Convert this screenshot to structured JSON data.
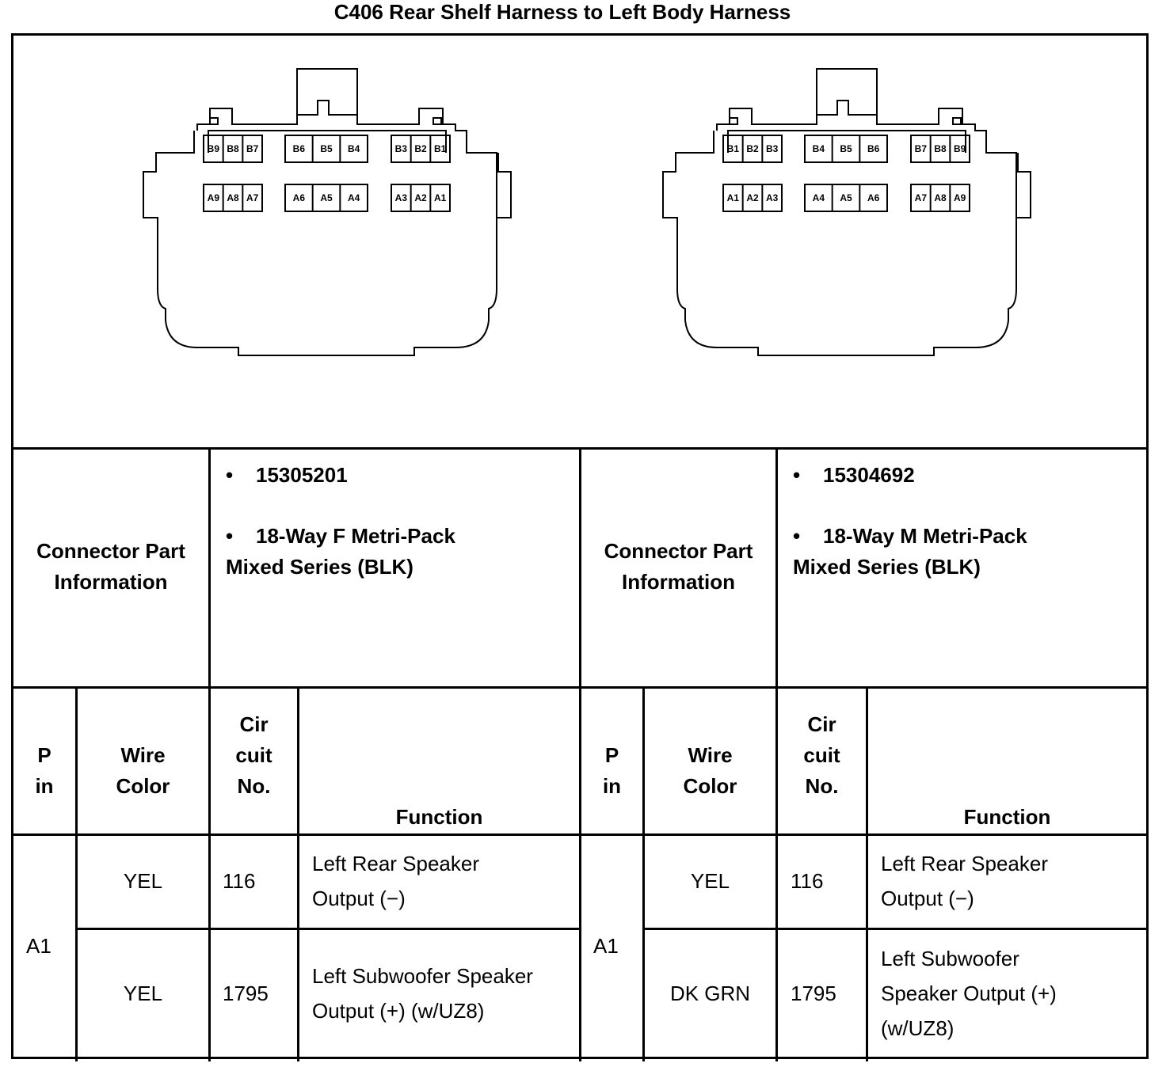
{
  "title": "C406 Rear Shelf Harness to Left Body Harness",
  "connectors": [
    {
      "info_label": "Connector Part Information",
      "part_number": "15305201",
      "description_line1": "18-Way F Metri-Pack",
      "description_line2": "Mixed Series (BLK)",
      "pins_b": [
        "B9",
        "B8",
        "B7",
        "B6",
        "B5",
        "B4",
        "B3",
        "B2",
        "B1"
      ],
      "pins_a": [
        "A9",
        "A8",
        "A7",
        "A6",
        "A5",
        "A4",
        "A3",
        "A2",
        "A1"
      ],
      "headers": {
        "pin_1": "P",
        "pin_2": "in",
        "wire_1": "Wire",
        "wire_2": "Color",
        "circuit_1": "Cir",
        "circuit_2": "cuit",
        "circuit_3": "No.",
        "function": "Function"
      },
      "pin": "A1",
      "rows": [
        {
          "wire_color": "YEL",
          "circuit": "116",
          "function_1": "Left Rear Speaker",
          "function_2": "Output (−)",
          "function_3": ""
        },
        {
          "wire_color": "YEL",
          "circuit": "1795",
          "function_1": "Left Subwoofer Speaker",
          "function_2": "Output (+) (w/UZ8)",
          "function_3": ""
        }
      ]
    },
    {
      "info_label": "Connector Part Information",
      "part_number": "15304692",
      "description_line1": "18-Way M Metri-Pack",
      "description_line2": "Mixed Series (BLK)",
      "pins_b": [
        "B1",
        "B2",
        "B3",
        "B4",
        "B5",
        "B6",
        "B7",
        "B8",
        "B9"
      ],
      "pins_a": [
        "A1",
        "A2",
        "A3",
        "A4",
        "A5",
        "A6",
        "A7",
        "A8",
        "A9"
      ],
      "headers": {
        "pin_1": "P",
        "pin_2": "in",
        "wire_1": "Wire",
        "wire_2": "Color",
        "circuit_1": "Cir",
        "circuit_2": "cuit",
        "circuit_3": "No.",
        "function": "Function"
      },
      "pin": "A1",
      "rows": [
        {
          "wire_color": "YEL",
          "circuit": "116",
          "function_1": "Left Rear Speaker",
          "function_2": "Output (−)",
          "function_3": ""
        },
        {
          "wire_color": "DK GRN",
          "circuit": "1795",
          "function_1": "Left Subwoofer",
          "function_2": "Speaker Output (+)",
          "function_3": "(w/UZ8)"
        }
      ]
    }
  ]
}
